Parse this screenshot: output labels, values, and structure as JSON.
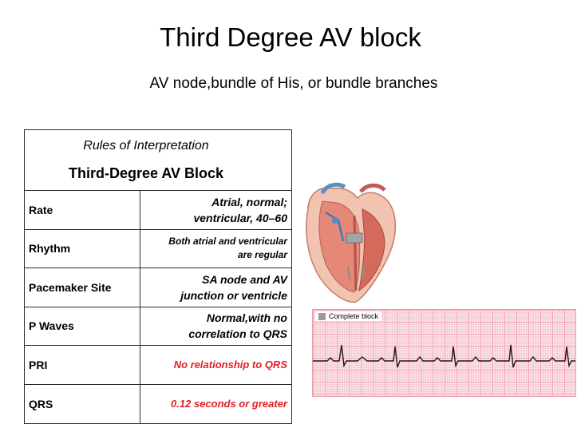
{
  "title": "Third Degree AV block",
  "subtitle": "AV node,bundle of His, or bundle branches",
  "table": {
    "header_rules": "Rules of Interpretation",
    "header_name": "Third-Degree AV Block",
    "rows": [
      {
        "label": "Rate",
        "value": "Atrial, normal;\nventricular, 40–60"
      },
      {
        "label": "Rhythm",
        "value": "Both atrial and ventricular\nare regular"
      },
      {
        "label": "Pacemaker Site",
        "value": "SA node and AV\njunction or ventricle"
      },
      {
        "label": "P Waves",
        "value": "Normal,with no\ncorrelation to QRS"
      },
      {
        "label": "PRI",
        "value": "No relationship to QRS"
      },
      {
        "label": "QRS",
        "value": "0.12 seconds or greater"
      }
    ]
  },
  "figure": {
    "ecg_legend": "Complete block",
    "highlight_color": "#e0202a"
  }
}
